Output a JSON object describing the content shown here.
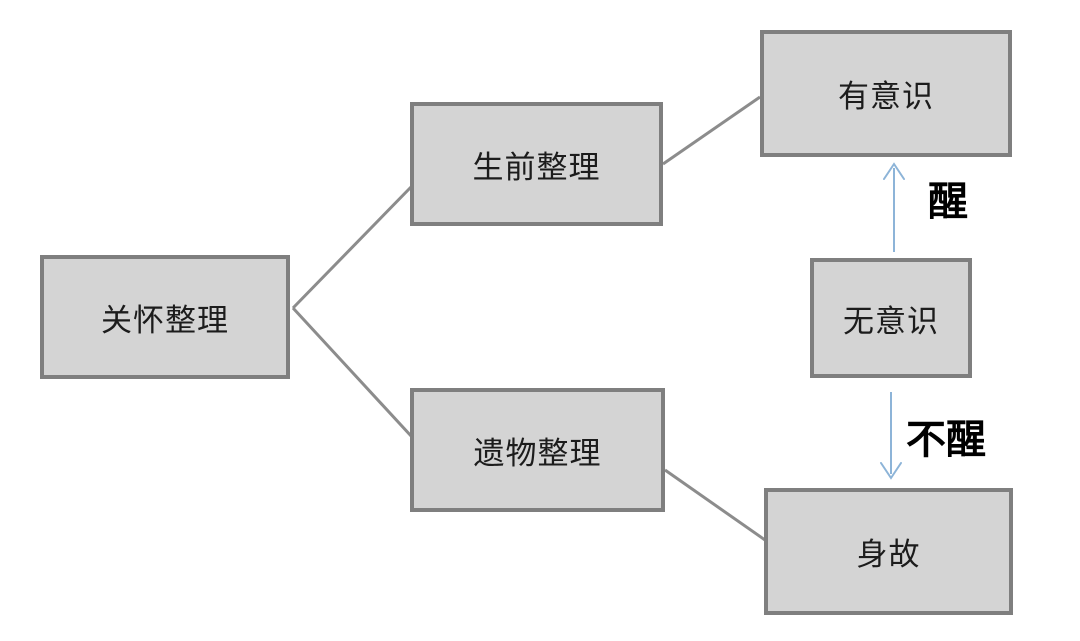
{
  "diagram": {
    "nodes": [
      {
        "id": "care-organizing",
        "label": "关怀整理"
      },
      {
        "id": "pre-death-organizing",
        "label": "生前整理"
      },
      {
        "id": "relics-organizing",
        "label": "遗物整理"
      },
      {
        "id": "conscious",
        "label": "有意识"
      },
      {
        "id": "unconscious",
        "label": "无意识"
      },
      {
        "id": "deceased",
        "label": "身故"
      }
    ],
    "edge_labels": [
      {
        "id": "wake",
        "label": "醒"
      },
      {
        "id": "not-wake",
        "label": "不醒"
      }
    ],
    "colors": {
      "background": "#ffffff",
      "node_fill": "#d4d4d4",
      "node_border": "#7f7f7f",
      "connector": "#8c8c8c",
      "arrow": "#8db4d8",
      "text": "#1c1c1c"
    }
  }
}
